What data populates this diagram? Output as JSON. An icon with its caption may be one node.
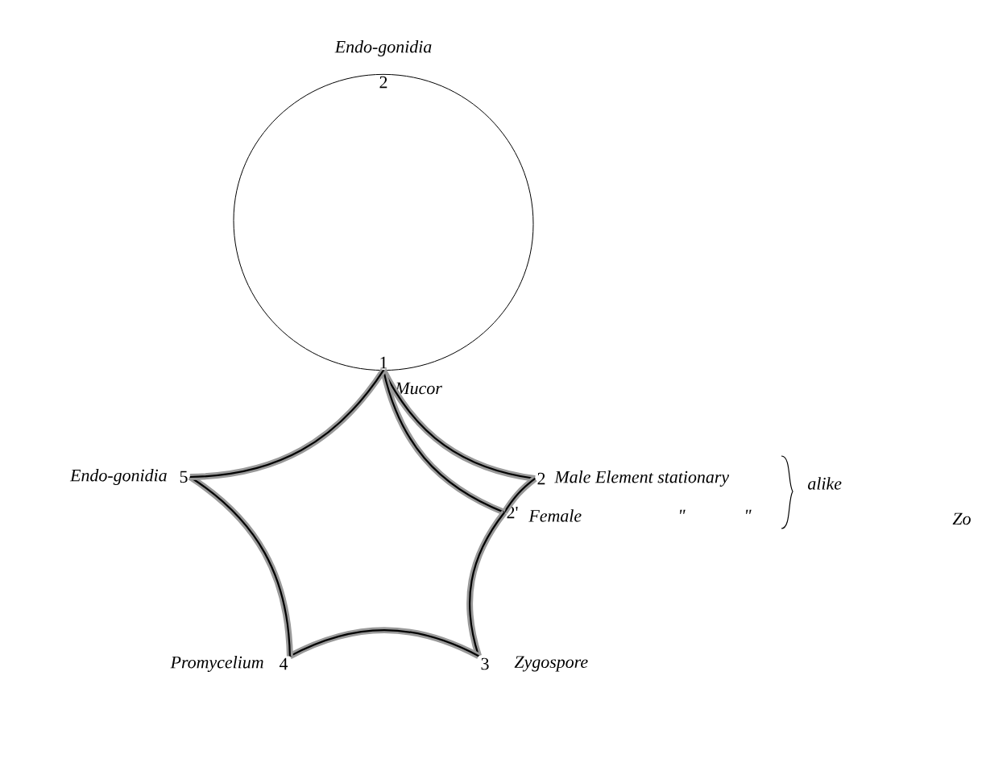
{
  "diagram": {
    "nodes": [
      {
        "text": [
          "2"
        ],
        "beside": [
          "Endo-gonidia"
        ]
      },
      {
        "text": [
          "1"
        ],
        "beside": [
          "Mucor"
        ]
      },
      {
        "text": [
          "2"
        ],
        "beside": [
          "Male Element stationary"
        ]
      },
      {
        "text": [
          "2'"
        ],
        "beside": [
          "Female"
        ]
      },
      {
        "text": [
          "3"
        ],
        "beside": [
          "Zygospore"
        ]
      },
      {
        "text": [
          "4"
        ],
        "beside": [
          "Promycelium"
        ]
      },
      {
        "text": [
          "5"
        ],
        "beside": [
          "Endo-gonidia"
        ]
      }
    ],
    "edges": [
      {
        "from": 1,
        "to": 0,
        "arrow": "none",
        "color": "#000000"
      },
      {
        "from": 0,
        "to": 1,
        "arrow": "none",
        "color": "#000000"
      },
      {
        "from": 1,
        "to": 2,
        "arrow": "none"
      },
      {
        "from": 2,
        "to": 3,
        "arrow": "none"
      },
      {
        "from": 1,
        "to": 3,
        "arrow": "none"
      },
      {
        "from": 3,
        "to": 4,
        "arrow": "none"
      },
      {
        "from": 4,
        "to": 5,
        "arrow": "none"
      },
      {
        "from": 5,
        "to": 6,
        "arrow": "none"
      },
      {
        "from": 6,
        "to": 1,
        "arrow": "none"
      }
    ],
    "labels": [
      "\"",
      "\"",
      "alike",
      "Zo"
    ]
  }
}
